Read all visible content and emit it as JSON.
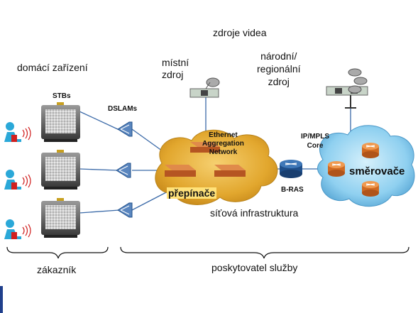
{
  "labels": {
    "video_sources": "zdroje videa",
    "home_devices": "domácí zařízení",
    "local_source": "místní\nzdroj",
    "national_source": "národní/\nregionální\nzdroj",
    "stbs": "STBs",
    "dslams": "DSLAMs",
    "ethernet": "Ethernet\nAggregation\nNetwork",
    "ipmpls": "IP/MPLS\nCore",
    "routers": "směrovače",
    "switches": "přepínače",
    "bras": "B-RAS",
    "network_infra": "síťová infrastruktura",
    "customer": "zákazník",
    "provider": "poskytovatel služby"
  },
  "colors": {
    "cloud_eth": "#e8b23a",
    "cloud_core": "#8fd0f0",
    "switch": "#c0602a",
    "router_core": "#e07a2a",
    "bras": "#1f4f8a",
    "line": "#3b6aa8",
    "person": "#2aa8d8"
  }
}
